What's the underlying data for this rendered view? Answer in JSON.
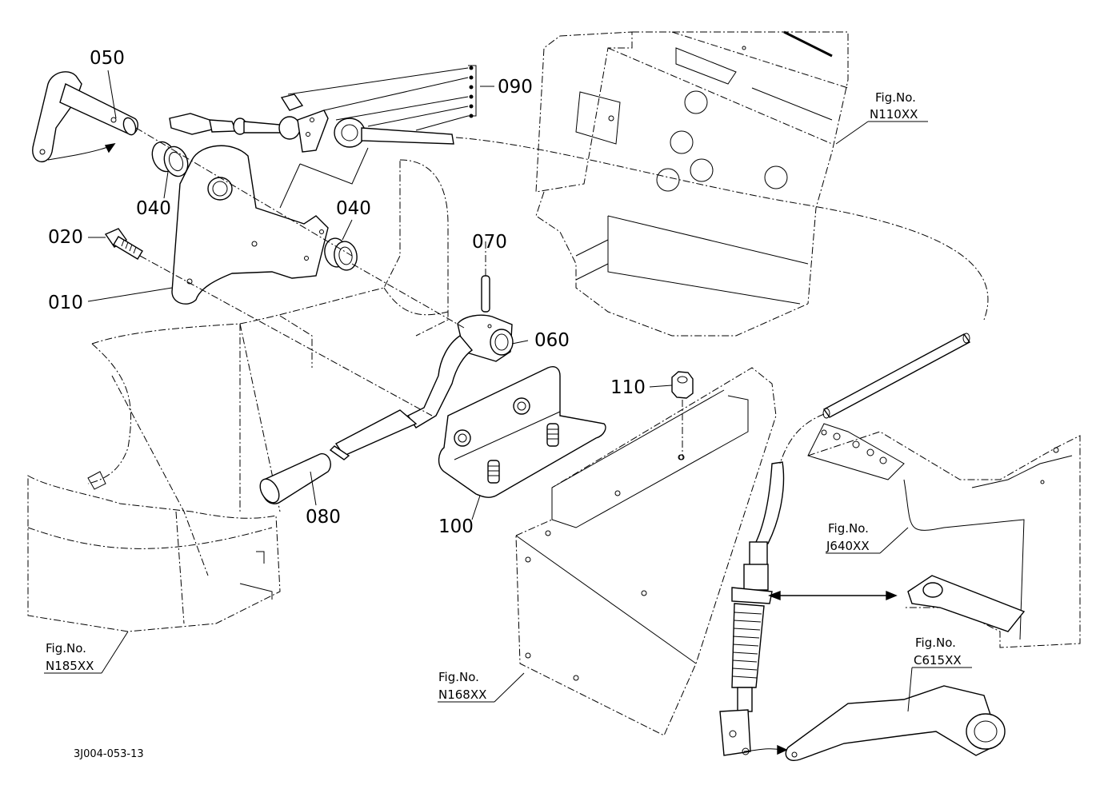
{
  "parts": {
    "p050": "050",
    "p090": "090",
    "p040a": "040",
    "p040b": "040",
    "p020": "020",
    "p010": "010",
    "p070": "070",
    "p060": "060",
    "p110": "110",
    "p080": "080",
    "p100": "100"
  },
  "figrefs": {
    "n110": {
      "line1": "Fig.No.",
      "line2": "N110XX"
    },
    "j640": {
      "line1": "Fig.No.",
      "line2": "J640XX"
    },
    "c615": {
      "line1": "Fig.No.",
      "line2": "C615XX"
    },
    "n168": {
      "line1": "Fig.No.",
      "line2": "N168XX"
    },
    "n185": {
      "line1": "Fig.No.",
      "line2": "N185XX"
    }
  },
  "drawing_code": "3J004-053-13"
}
